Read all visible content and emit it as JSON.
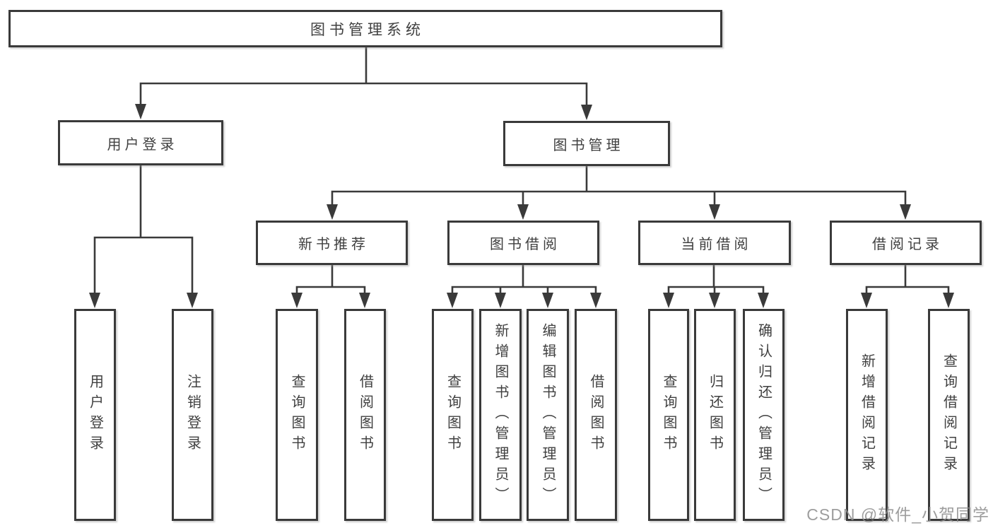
{
  "nodes": {
    "root": "图书管理系统",
    "user_login": "用户登录",
    "book_mgmt": "图书管理",
    "new_book_rec": "新书推荐",
    "book_borrow": "图书借阅",
    "current_borrow": "当前借阅",
    "borrow_records": "借阅记录"
  },
  "leaves": {
    "user_login": [
      "用户登录",
      "注销登录"
    ],
    "new_book_rec": [
      "查询图书",
      "借阅图书"
    ],
    "book_borrow": [
      "查询图书",
      "新增图书（管理员）",
      "编辑图书（管理员）",
      "借阅图书"
    ],
    "current_borrow": [
      "查询图书",
      "归还图书",
      "确认归还（管理员）"
    ],
    "borrow_records": [
      "新增借阅记录",
      "查询借阅记录"
    ]
  },
  "watermark": "CSDN @软件_小贺同学",
  "colors": {
    "line": "#3a3a3a",
    "text": "#404040",
    "background": "#ffffff",
    "watermark": "#8c8c8c"
  }
}
